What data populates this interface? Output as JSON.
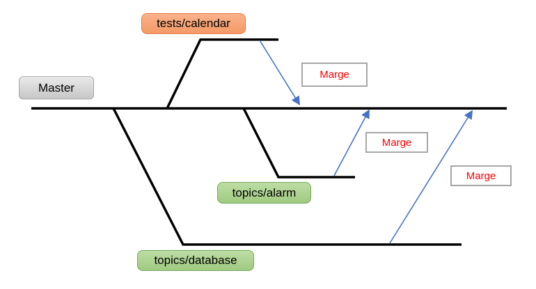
{
  "branches": {
    "master": {
      "label": "Master",
      "fill": "#d9d9d9",
      "border": "#a3a3a3"
    },
    "tests_calendar": {
      "label": "tests/calendar",
      "fill": "#f7a578",
      "border": "#e8763a"
    },
    "topics_alarm": {
      "label": "topics/alarm",
      "fill": "#a9d18e",
      "border": "#74a85a"
    },
    "topics_database": {
      "label": "topics/database",
      "fill": "#a9d18e",
      "border": "#74a85a"
    }
  },
  "merges": {
    "calendar_to_master": {
      "label": "Marge"
    },
    "alarm_to_master": {
      "label": "Marge"
    },
    "database_to_master": {
      "label": "Marge"
    }
  },
  "colors": {
    "branch_line": "#000000",
    "merge_arrow": "#4472c4",
    "merge_label_text": "#ff0000",
    "merge_label_border": "#a6a6a6",
    "branch_label_text": "#000000"
  }
}
